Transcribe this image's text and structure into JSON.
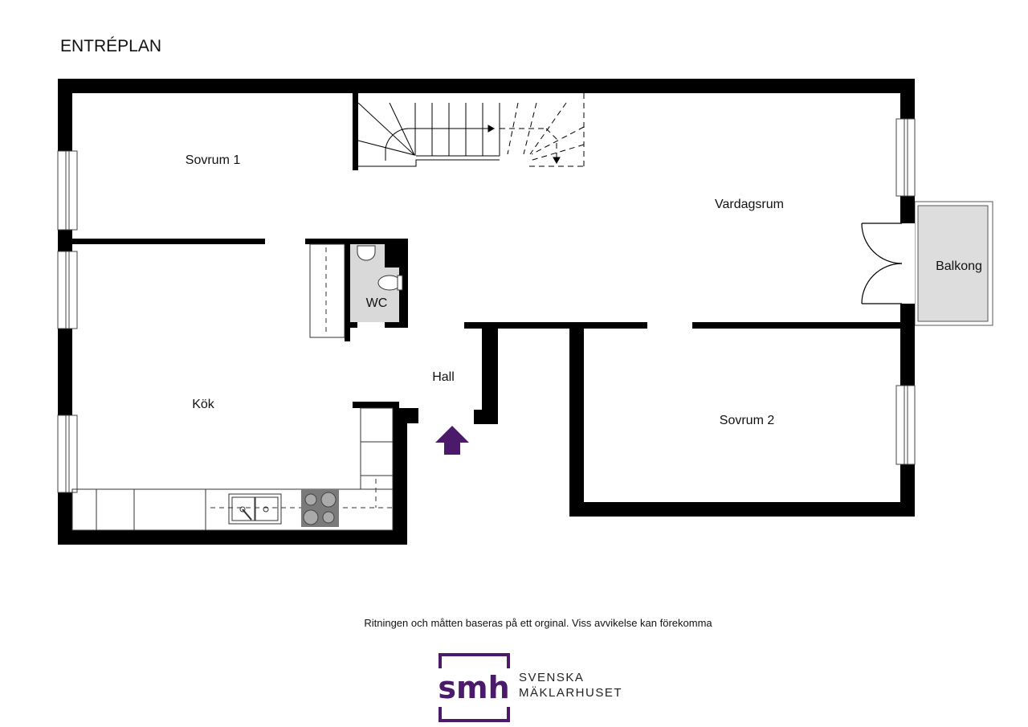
{
  "plan": {
    "title": "ENTRÉPLAN",
    "rooms": {
      "sovrum1": "Sovrum 1",
      "vardagsrum": "Vardagsrum",
      "balkong": "Balkong",
      "wc": "WC",
      "kok": "Kök",
      "hall": "Hall",
      "sovrum2": "Sovrum 2"
    },
    "entrance_icon": "entrance-arrow-icon"
  },
  "footer": {
    "disclaimer": "Ritningen och måtten baseras på ett orginal. Viss avvikelse kan förekomma",
    "logo_mark": "smh",
    "logo_line1": "SVENSKA",
    "logo_line2": "MÄKLARHUSET"
  },
  "colors": {
    "wall": "#000000",
    "brand": "#4b1a6b",
    "wet": "#d9d9d9",
    "stove": "#7a7a7a"
  }
}
